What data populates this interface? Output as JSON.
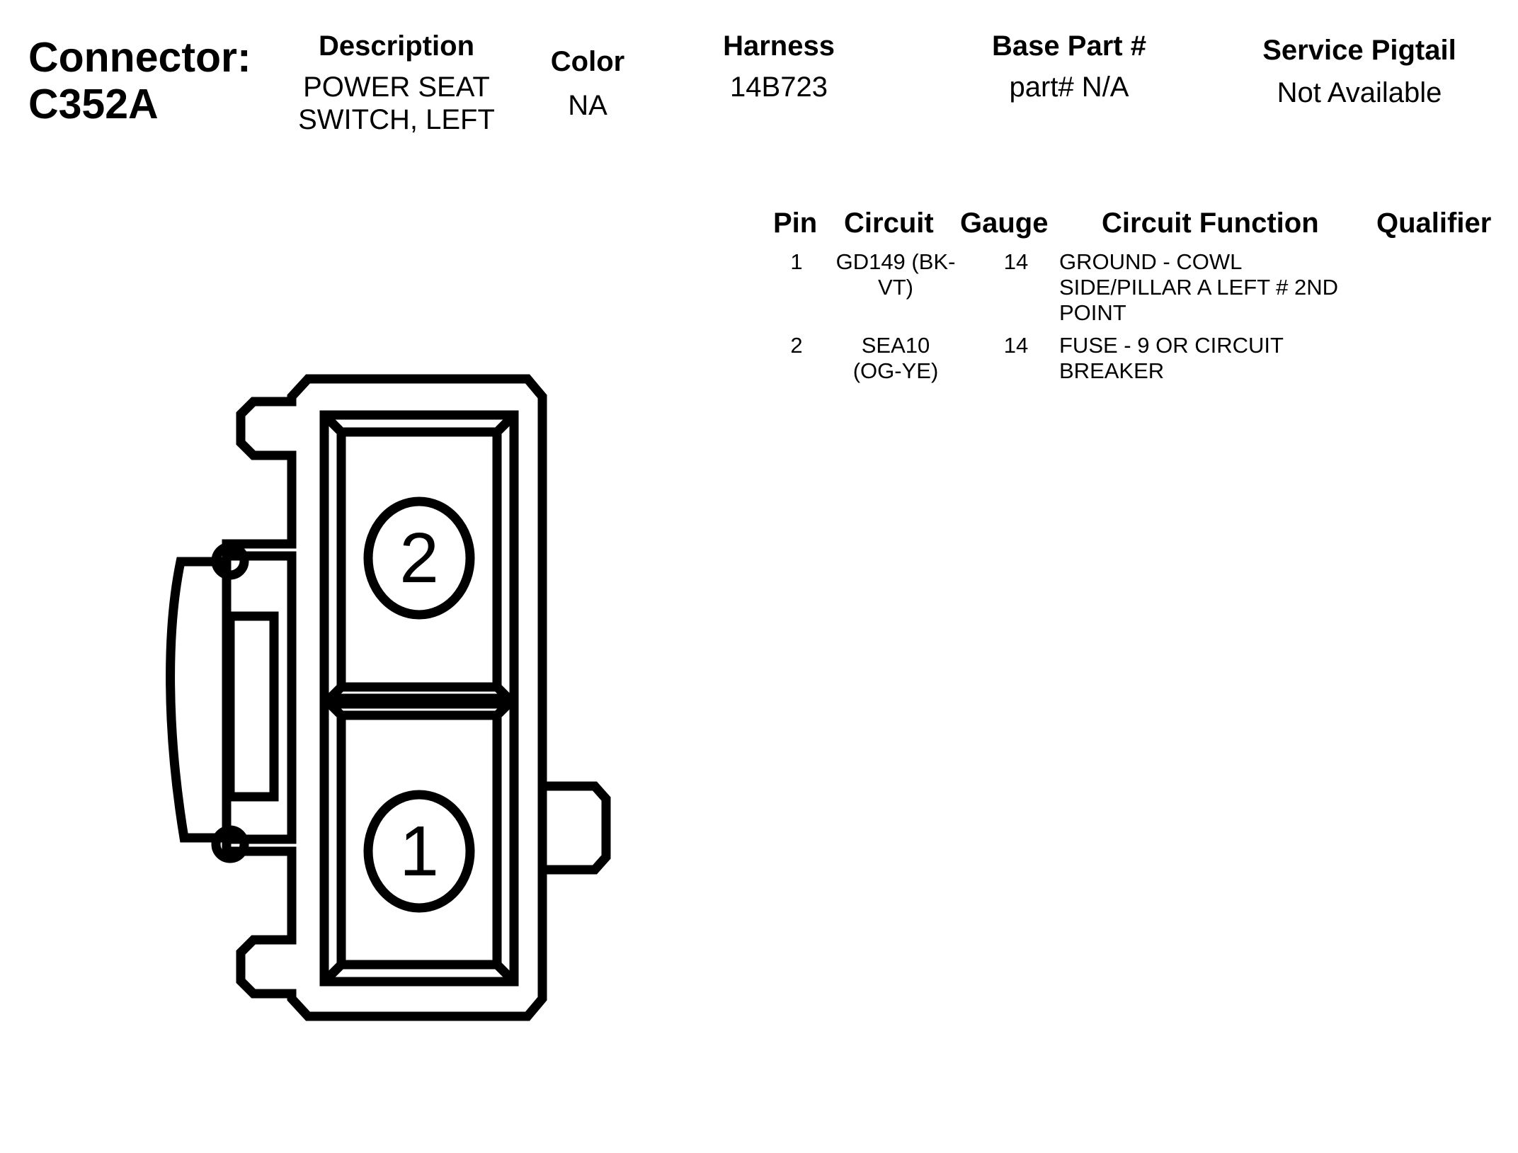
{
  "header": {
    "connector_label": "Connector:",
    "connector_id": "C352A",
    "description": {
      "label": "Description",
      "line1": "POWER SEAT",
      "line2": "SWITCH, LEFT"
    },
    "color": {
      "label": "Color",
      "value": "NA"
    },
    "harness": {
      "label": "Harness",
      "value": "14B723"
    },
    "base_part": {
      "label": "Base Part #",
      "value": "part# N/A"
    },
    "service_pigtail": {
      "label": "Service Pigtail",
      "value": "Not Available"
    }
  },
  "pin_table": {
    "headers": {
      "pin": "Pin",
      "circuit": "Circuit",
      "gauge": "Gauge",
      "function": "Circuit Function",
      "qualifier": "Qualifier"
    },
    "rows": [
      {
        "pin": "1",
        "circuit": [
          "GD149 (BK-",
          "VT)"
        ],
        "gauge": "14",
        "function": [
          "GROUND - COWL",
          "SIDE/PILLAR A LEFT # 2ND",
          "POINT"
        ],
        "qualifier": ""
      },
      {
        "pin": "2",
        "circuit": [
          "SEA10",
          "(OG-YE)"
        ],
        "gauge": "14",
        "function": [
          "FUSE - 9 OR CIRCUIT",
          "BREAKER"
        ],
        "qualifier": ""
      }
    ]
  },
  "connector_face": {
    "pins": [
      {
        "label": "2"
      },
      {
        "label": "1"
      }
    ]
  }
}
